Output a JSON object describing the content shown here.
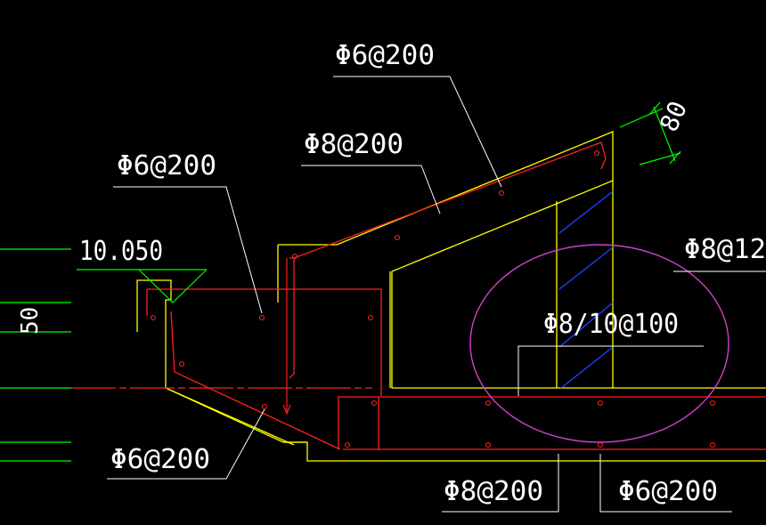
{
  "annotations": {
    "top_stirrup": "Φ6@200",
    "slope_bar": "Φ8@200",
    "upper_left_bar": "Φ6@200",
    "elevation": "10.050",
    "right_bar": "Φ8@12",
    "circle_stirrup": "Φ8/10@100",
    "lower_left_bar": "Φ6@200",
    "bottom_bar_a": "Φ8@200",
    "bottom_bar_b": "Φ6@200",
    "dim_thickness": "80",
    "dim_left": "50"
  },
  "colors": {
    "background": "#000000",
    "concrete_outline": "#ffff00",
    "rebar": "#ff2020",
    "leader": "#ffffff",
    "dimension": "#00ff00",
    "highlight_circle": "#d040d0",
    "hatch": "#2040ff"
  }
}
